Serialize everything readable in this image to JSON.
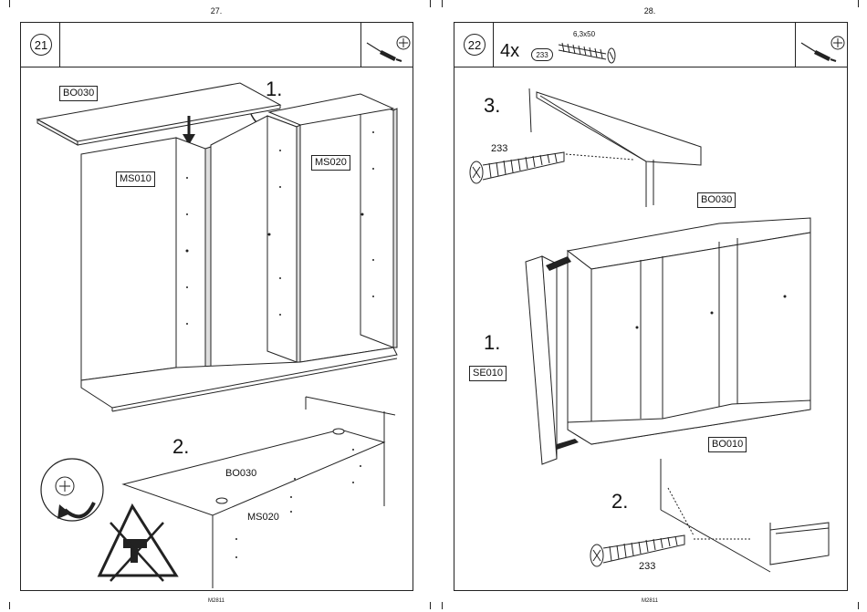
{
  "pages": [
    {
      "page_number": "27.",
      "footer_code": "M2811",
      "step_number": "21",
      "substeps": [
        "1.",
        "2."
      ],
      "labels": {
        "bo030_top": "BO030",
        "ms010": "MS010",
        "ms020": "MS020",
        "bo030_detail": "BO030",
        "ms020_detail": "MS020"
      },
      "icons": [
        "screwdriver-icon",
        "phillips-head-icon",
        "no-power-drill-icon",
        "rotate-arrow-icon"
      ]
    },
    {
      "page_number": "28.",
      "footer_code": "M2811",
      "step_number": "22",
      "quantity": "4x",
      "screw_ref": "233",
      "screw_size": "6,3x50",
      "substeps": [
        "3.",
        "1.",
        "2."
      ],
      "labels": {
        "screw_233_top": "233",
        "bo030": "BO030",
        "se010": "SE010",
        "bo010": "BO010",
        "screw_233_bottom": "233"
      },
      "icons": [
        "screwdriver-icon",
        "phillips-head-icon",
        "screw-icon"
      ]
    }
  ]
}
